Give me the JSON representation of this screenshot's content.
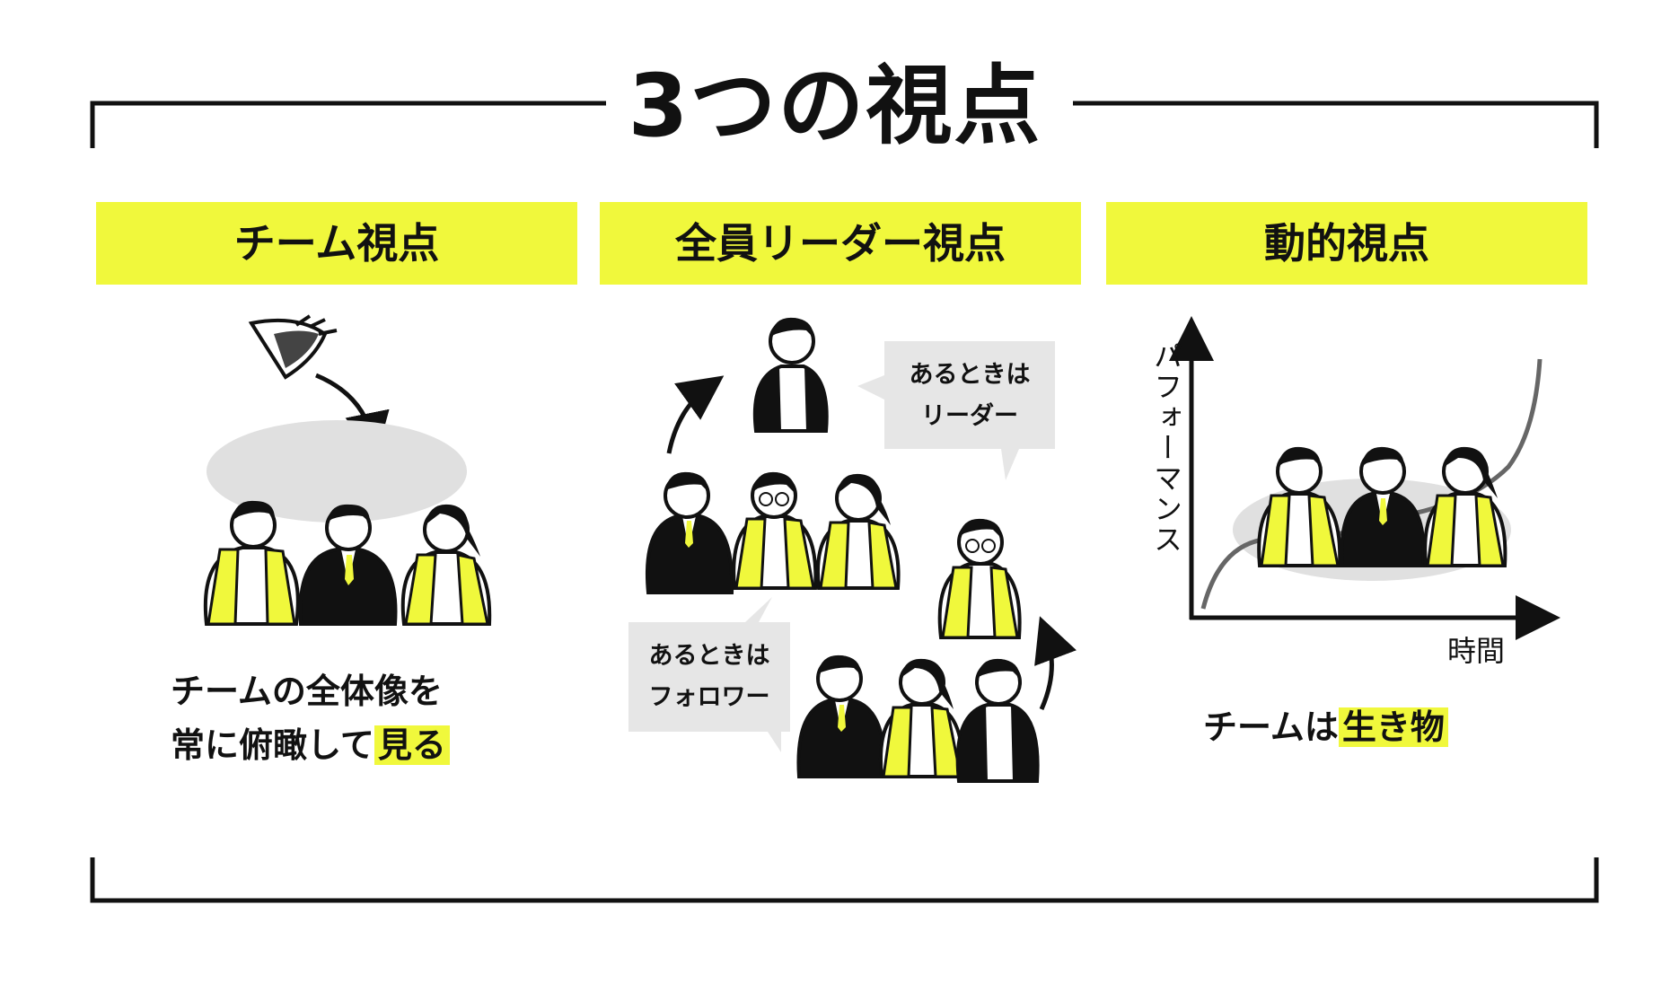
{
  "title": "3つの視点",
  "panels": [
    {
      "heading": "チーム視点",
      "caption_line1": "チームの全体像を",
      "caption_line2_plain": "常に俯瞰して",
      "caption_line2_highlight": "見る"
    },
    {
      "heading": "全員リーダー視点",
      "bubble_top_line1": "あるときは",
      "bubble_top_line2": "リーダー",
      "bubble_bottom_line1": "あるときは",
      "bubble_bottom_line2": "フォロワー"
    },
    {
      "heading": "動的視点",
      "ylabel": "パフォーマンス",
      "xlabel": "時間",
      "caption_plain": "チームは",
      "caption_highlight": "生き物"
    }
  ],
  "colors": {
    "accent": "#f0f83c",
    "ink": "#111111",
    "bubble": "#e6e6e6",
    "curve": "#666666"
  }
}
